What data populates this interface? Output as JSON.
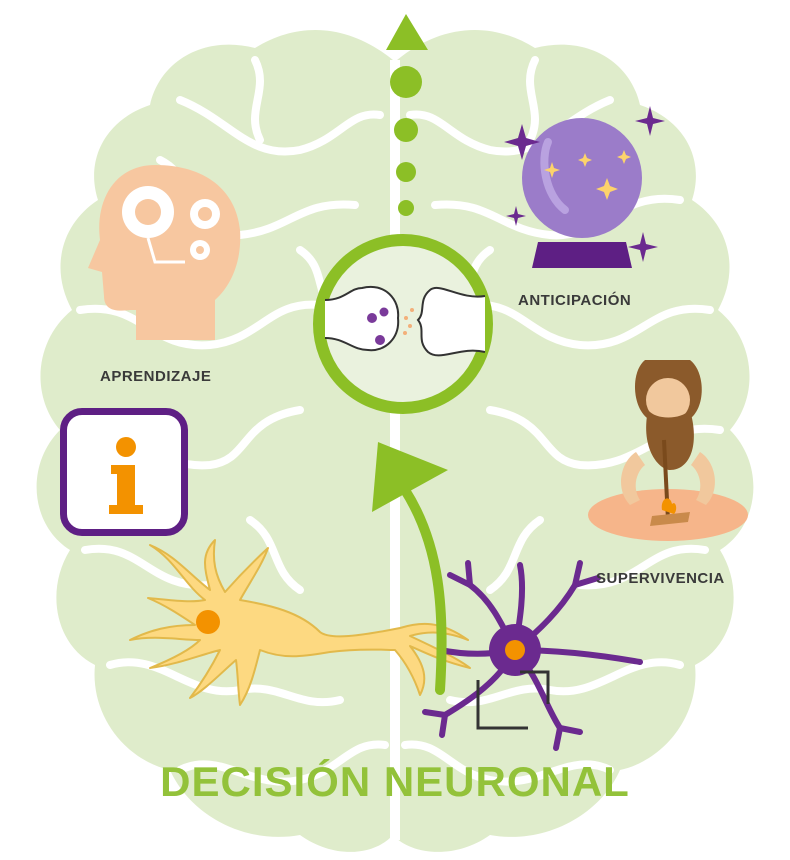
{
  "title": "DECISIÓN NEURONAL",
  "labels": {
    "learning": "APRENDIZAJE",
    "anticipation": "ANTICIPACIÓN",
    "survival": "SUPERVIVENCIA"
  },
  "icons": {
    "learning": "head-gears-icon",
    "anticipation": "crystal-ball-icon",
    "survival": "caveman-fire-icon",
    "synapse": "synapse-icon",
    "info": "info-icon",
    "arrow_up": "arrow-up-icon"
  },
  "colors": {
    "brain": "#dfeccb",
    "accent_green": "#8cbf26",
    "title": "#93c23a",
    "purple": "#5e1f84",
    "neuron_yellow": "#fdd981",
    "neuron_purple": "#6b2a8f",
    "nucleus": "#f39200",
    "info_orange": "#f39200",
    "head": "#f7c7a0",
    "label": "#3a3a3a"
  }
}
